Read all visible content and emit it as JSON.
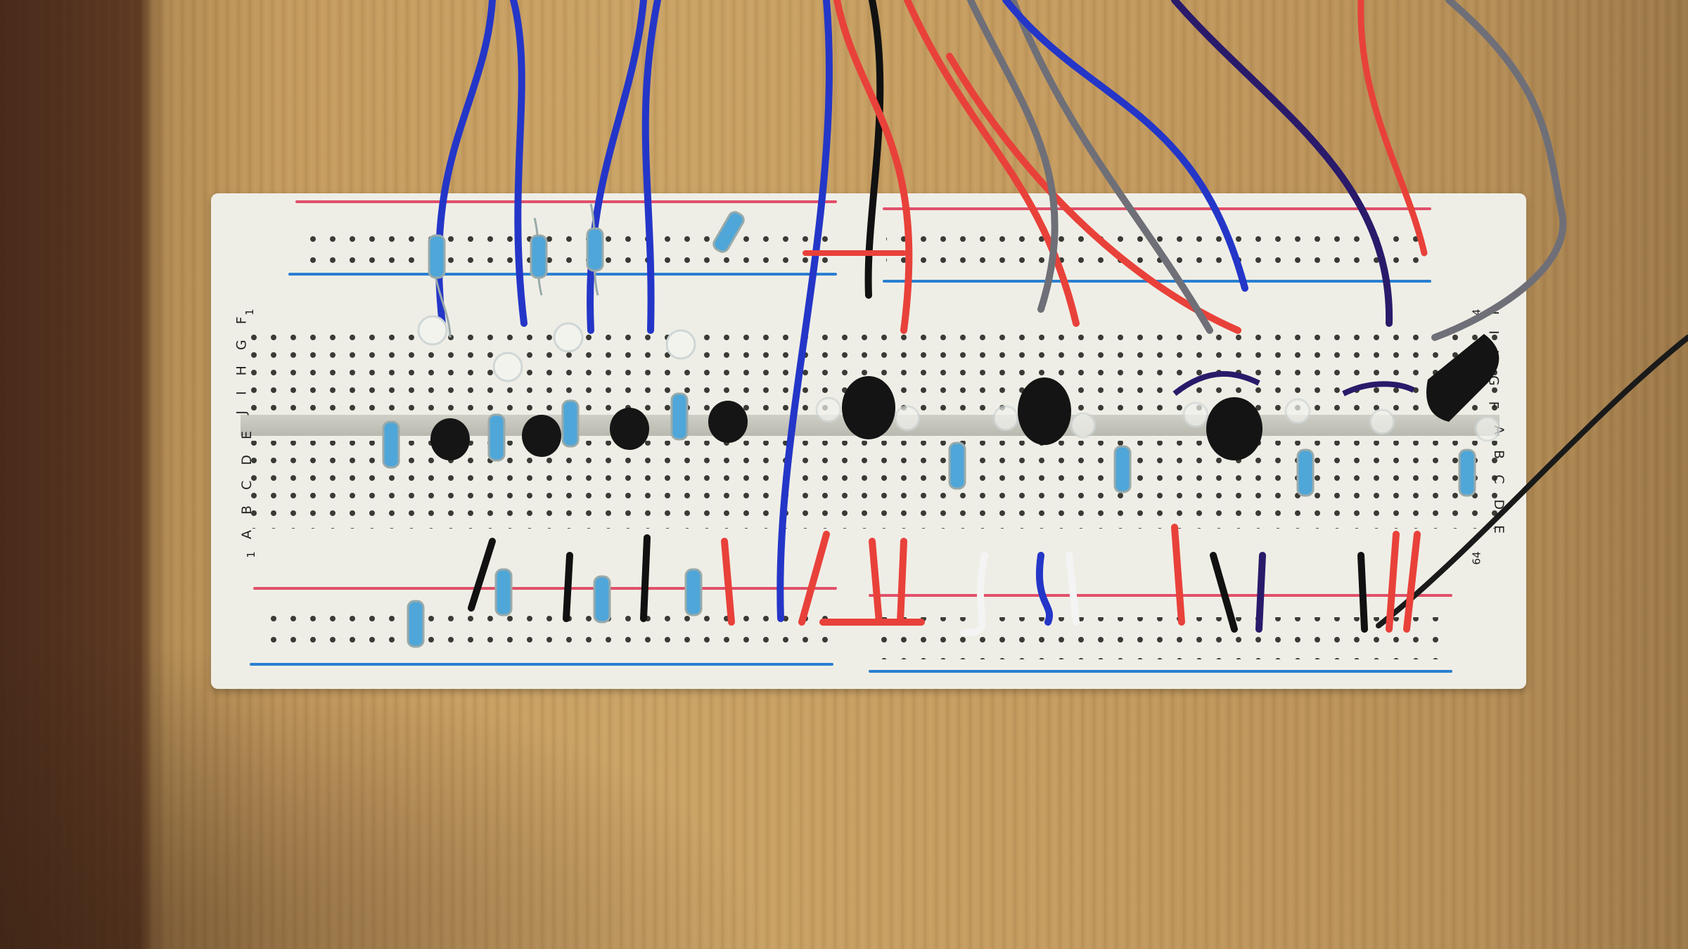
{
  "scene": {
    "description": "Solderless breadboard with transistors, LEDs, resistors and jumper wires on a wooden table",
    "background": {
      "surface": "wooden table",
      "color": "#c49b5f",
      "shadow_color": "#5a3a22"
    },
    "breadboard": {
      "color": "#efeee6",
      "rail_red": "#e0506a",
      "rail_blue": "#2a7fd0",
      "columns": 64,
      "top_row_labels": "J I H G F",
      "bottom_row_labels": "A B C D E",
      "column_label_first": "1",
      "column_label_last": "64"
    },
    "components": {
      "transistors_small": 4,
      "transistors_large": 4,
      "leds": 12,
      "resistors": 16
    },
    "wire_colors": [
      "#2436c8",
      "#e8413a",
      "#111111",
      "#6f6f78",
      "#2a1a6a",
      "#ffffff"
    ]
  }
}
